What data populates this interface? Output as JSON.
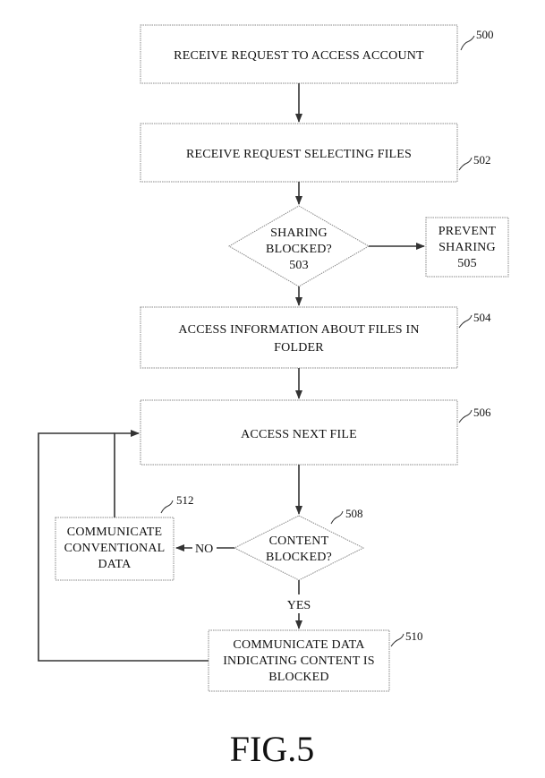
{
  "steps": {
    "s500": {
      "lines": [
        "RECEIVE REQUEST TO ACCESS ACCOUNT"
      ],
      "ref": "500"
    },
    "s502": {
      "lines": [
        "RECEIVE REQUEST SELECTING FILES"
      ],
      "ref": "502"
    },
    "s503": {
      "lines": [
        "SHARING",
        "BLOCKED?",
        "503"
      ]
    },
    "s505": {
      "lines": [
        "PREVENT",
        "SHARING",
        "505"
      ]
    },
    "s504": {
      "lines": [
        "ACCESS INFORMATION ABOUT FILES IN",
        "FOLDER"
      ],
      "ref": "504"
    },
    "s506": {
      "lines": [
        "ACCESS NEXT FILE"
      ],
      "ref": "506"
    },
    "s508": {
      "lines": [
        "CONTENT",
        "BLOCKED?"
      ],
      "ref": "508"
    },
    "s510": {
      "lines": [
        "COMMUNICATE DATA",
        "INDICATING CONTENT IS",
        "BLOCKED"
      ],
      "ref": "510"
    },
    "s512": {
      "lines": [
        "COMMUNICATE",
        "CONVENTIONAL",
        "DATA"
      ],
      "ref": "512"
    }
  },
  "edges": {
    "no_label": "NO",
    "yes_label": "YES"
  },
  "figure_label": "FIG.5"
}
